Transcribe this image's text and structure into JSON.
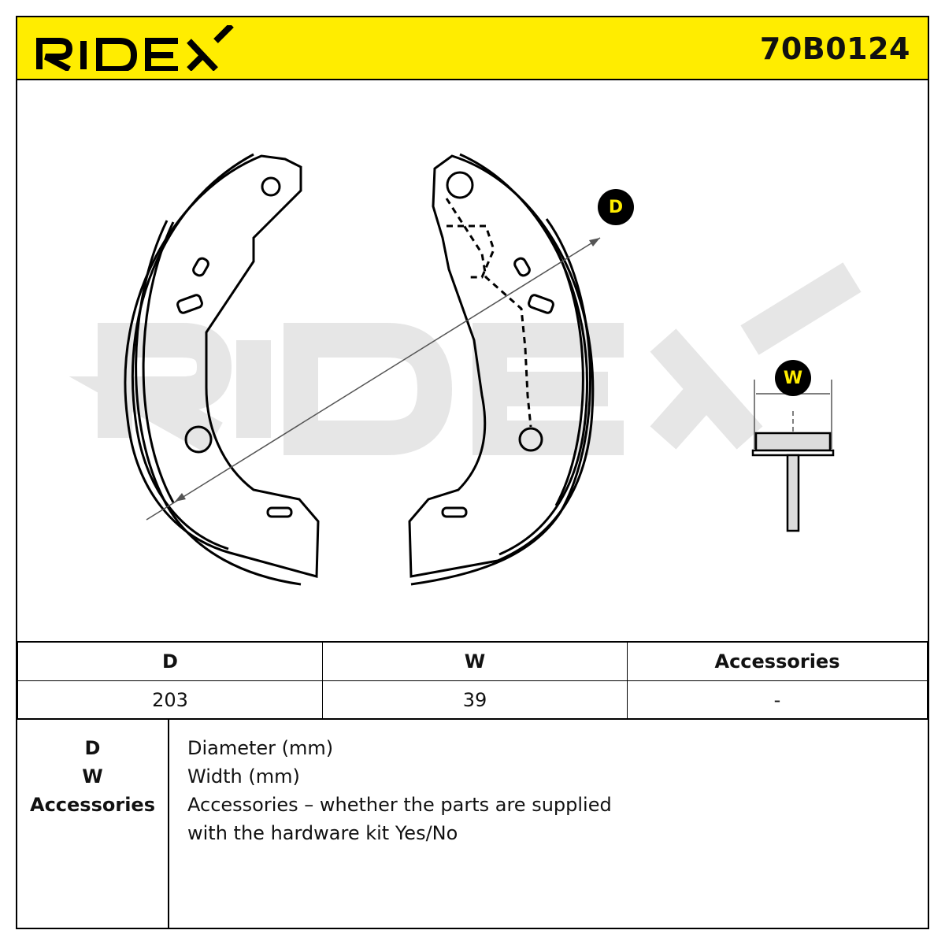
{
  "brand": {
    "name": "RIDEX",
    "accent_color": "#ffed00"
  },
  "part_number": "70B0124",
  "drawing": {
    "watermark": "RIDEX",
    "dimension_labels": {
      "diameter": "D",
      "width": "W"
    }
  },
  "spec_table": {
    "headers": [
      "D",
      "W",
      "Accessories"
    ],
    "values": [
      "203",
      "39",
      "-"
    ]
  },
  "legend": {
    "keys": [
      "D",
      "W",
      "Accessories"
    ],
    "descriptions": [
      "Diameter (mm)",
      "Width (mm)",
      "Accessories – whether the parts are supplied",
      "with the hardware kit Yes/No"
    ]
  }
}
